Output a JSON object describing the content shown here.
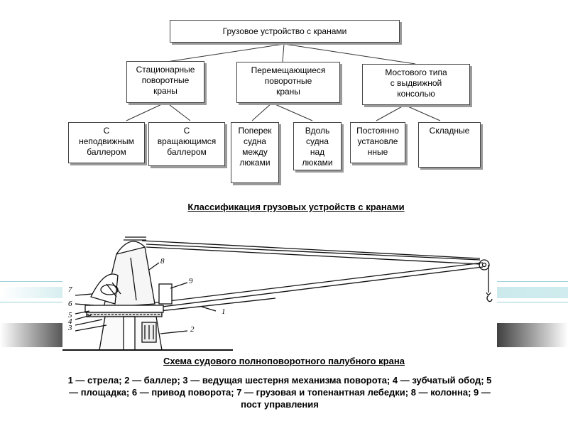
{
  "title": "Грузовое устройство с кранами",
  "categories": [
    {
      "label": "Стационарные\nповоротные\nкраны",
      "children": [
        {
          "label": "С\nнеподвижным\nбаллером"
        },
        {
          "label": "С\nвращающимся\nбаллером"
        }
      ]
    },
    {
      "label": "Перемещающиеся\nповоротные\nкраны",
      "children": [
        {
          "label": "Поперек\nсудна\nмежду\nлюками"
        },
        {
          "label": "Вдоль\nсудна\nнад\nлюками"
        }
      ]
    },
    {
      "label": "Мостового типа\nс выдвижной\nконсолью",
      "children": [
        {
          "label": "Постоянно\nустановле\nнные"
        },
        {
          "label": "Складные"
        }
      ]
    }
  ],
  "classification_caption": "Классификация грузовых устройств с кранами",
  "scheme": {
    "caption": "Схема судового полноповоротного палубного крана",
    "part_numbers": [
      "1",
      "2",
      "3",
      "4",
      "5",
      "6",
      "7",
      "8",
      "9"
    ],
    "legend": "1 — стрела; 2 — баллер; 3 — ведущая шестерня механизма поворота; 4 — зубчатый обод; 5 — площадка; 6 — привод поворота; 7 — грузовая и топенантная лебедки; 8 — колонна; 9 — пост управления"
  }
}
